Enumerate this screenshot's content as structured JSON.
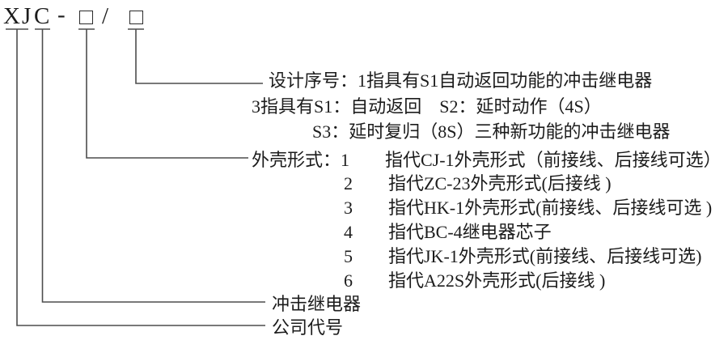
{
  "code": {
    "company_letters": "XJ",
    "product_letter": "C",
    "dash": "-",
    "slash": "/",
    "placeholders": [
      "□",
      "□"
    ]
  },
  "line_color": "#4d4d4d",
  "lines": {
    "design_serial": [
      "设计序号：1指具有S1自动返回功能的冲击继电器",
      "3指具有S1：自动返回　S2：延时动作（4S）",
      "S3：延时复归（8S）三种新功能的冲击继电器"
    ],
    "case_type": [
      "外壳形式：1　　指代CJ-1外壳形式（前接线、后接线可选）",
      "2　　指代ZC-23外壳形式(后接线 )",
      "3　　指代HK-1外壳形式(前接线、后接线可选 )",
      "4　　指代BC-4继电器芯子",
      "5　　指代JK-1外壳形式(前接线、后接线可选)",
      "6　　指代A22S外壳形式(后接线 )"
    ],
    "product_name": "冲击继电器",
    "company_name": "公司代号"
  }
}
